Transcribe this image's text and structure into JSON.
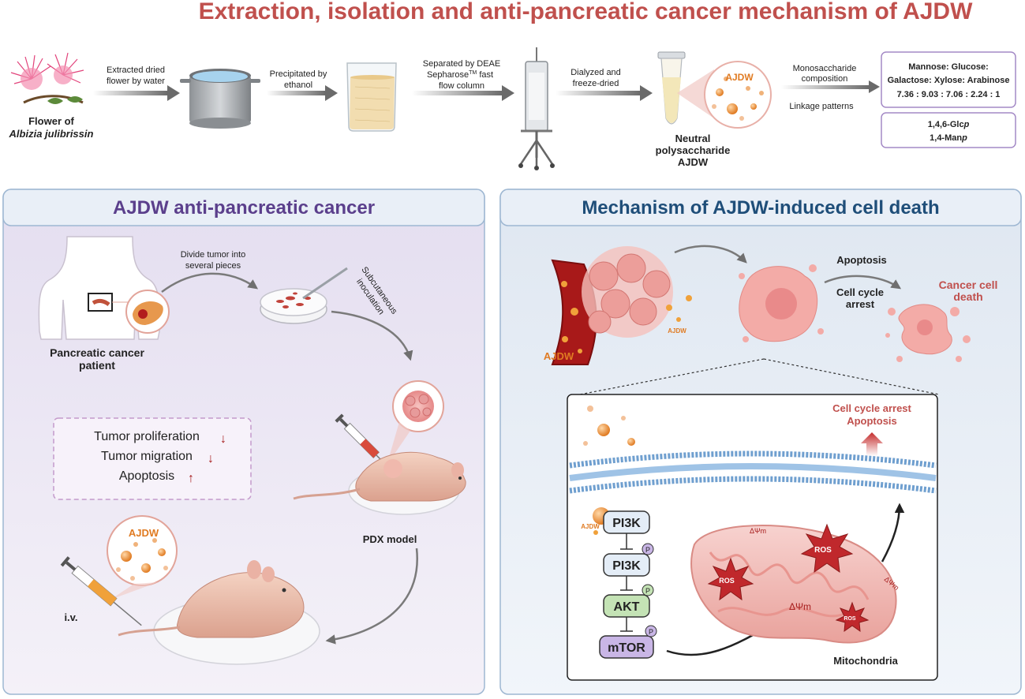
{
  "title": "Extraction, isolation and anti-pancreatic cancer mechanism of AJDW",
  "colors": {
    "title_red": "#c0504d",
    "panel_purple": "#5b3f8c",
    "panel_blue": "#1f4e79",
    "arrow_gray": "#7a7a7a",
    "tumor_pink": "#e98a8a",
    "dark_red": "#a61c1c",
    "orange": "#e98d3a",
    "lavender_box": "#a48ac6"
  },
  "top": {
    "flower_label": "Flower of",
    "flower_species": "Albizia julibrissin",
    "step1": [
      "Extracted dried",
      "flower by water"
    ],
    "step2": [
      "Precipitated by",
      "ethanol"
    ],
    "step3_line1": "Separated by DEAE",
    "step3_line2": "Sepharose",
    "step3_tm": "TM",
    "step3_line2b": " fast",
    "step3_line3": "flow  column",
    "step4": [
      "Dialyzed and",
      "freeze-dried"
    ],
    "ajdw_bubble": "AJDW",
    "product": [
      "Neutral",
      "polysaccharide",
      "AJDW"
    ],
    "mono_label": [
      "Monosaccharide",
      "composition"
    ],
    "linkage_label": "Linkage patterns",
    "mono_box": [
      "Mannose: Glucose:",
      "Galactose: Xylose: Arabinose",
      "7.36 : 9.03 : 7.06 : 2.24 : 1"
    ],
    "linkage_box": [
      {
        "pre": "1,4,6-Glc",
        "ital": "p"
      },
      {
        "pre": "1,4-Man",
        "ital": "p"
      }
    ]
  },
  "left_panel": {
    "title": "AJDW anti-pancreatic cancer",
    "divide_label": [
      "Divide tumor into",
      "several pieces"
    ],
    "patient_label": [
      "Pancreatic cancer",
      "patient"
    ],
    "subq_label": [
      "Subcutaneous",
      "inoculation"
    ],
    "effects": [
      {
        "label": "Tumor proliferation",
        "dir": "↓"
      },
      {
        "label": "Tumor migration",
        "dir": "↓"
      },
      {
        "label": "Apoptosis",
        "dir": "↑"
      }
    ],
    "ajdw_bubble": "AJDW",
    "pdx_label": "PDX model",
    "iv_label": "i.v."
  },
  "right_panel": {
    "title": "Mechanism of AJDW-induced cell death",
    "apoptosis": "Apoptosis",
    "cell_cycle": [
      "Cell cycle",
      "arrest"
    ],
    "death": [
      "Cancer cell",
      "death"
    ],
    "ajdw_vessel": "AJDW",
    "ajdw_small": "AJDW",
    "result": [
      "Cell cycle arrest",
      "Apoptosis"
    ],
    "pathway": [
      "PI3K",
      "PI3K",
      "AKT",
      "mTOR"
    ],
    "phospho": "P",
    "ajdw_ligand": "AJDW",
    "ros": "ROS",
    "delta_psi": "ΔΨm",
    "mito_label": "Mitochondria"
  }
}
